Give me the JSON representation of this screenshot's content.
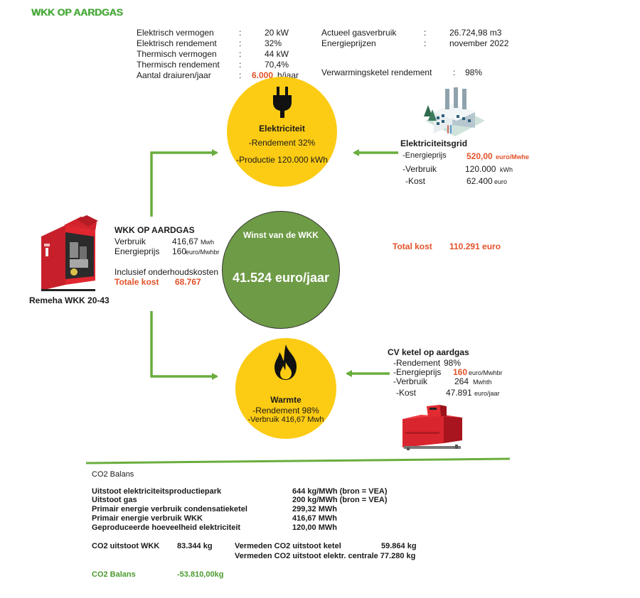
{
  "title": "WKK OP AARDGAS",
  "specs": {
    "left": [
      {
        "label": "Elektrisch vermogen",
        "sep": ":",
        "value": "20 kW"
      },
      {
        "label": "Elektrisch rendement",
        "sep": ":",
        "value": "32%"
      },
      {
        "label": "Thermisch vermogen",
        "sep": ":",
        "value": "44 kW"
      },
      {
        "label": "Thermisch rendement",
        "sep": ":",
        "value": "70,4%"
      }
    ],
    "hours": {
      "label": "Aantal draiuren/jaar",
      "sep": ":",
      "value": "6.000",
      "unit": "h/jaar"
    },
    "right": [
      {
        "label": "Actueel gasverbruik",
        "sep": ":",
        "value": "26.724,98 m3"
      },
      {
        "label": "Energieprijzen",
        "sep": ":",
        "value": "november 2022"
      }
    ],
    "boiler": {
      "label": "Verwarmingsketel rendement",
      "sep": ":",
      "value": "98%"
    }
  },
  "electricity": {
    "title": "Elektriciteit",
    "rendement": "-Rendement  32%",
    "productie": "-Productie  120.000 kWh",
    "icon": "plug-icon"
  },
  "grid": {
    "title": "Elektriciteitsgrid",
    "rows": [
      {
        "label": "-Energieprijs",
        "value": "520,00",
        "unit": "euro/Mwhe"
      },
      {
        "label": "-Verbruik",
        "value": "120.000",
        "unit": "kWh"
      },
      {
        "label": "-Kost",
        "value": "62.400",
        "unit": "euro"
      }
    ],
    "icon": "factory-icon"
  },
  "wkk": {
    "title": "WKK OP AARDGAS",
    "rows": [
      {
        "label": "Verbruik",
        "value": "416,67",
        "unit": "Mwh"
      },
      {
        "label": "Energieprijs",
        "value": "160",
        "unit": "euro/Mwhbr"
      }
    ],
    "inclusief": "Inclusief onderhoudskosten",
    "totale_label": "Totale kost",
    "totale_value": "68.767",
    "device_name": "Remeha WKK 20-43"
  },
  "winst": {
    "title": "Winst van de WKK",
    "value": "41.524 euro/jaar"
  },
  "total_kost": {
    "label": "Total kost",
    "value": "110.291 euro"
  },
  "warmte": {
    "title": "Warmte",
    "rendement": "-Rendement  98%",
    "verbruik": "-Verbruik 416,67 Mwh",
    "icon": "flame-icon"
  },
  "cv": {
    "title": "CV ketel op aardgas",
    "rows": [
      {
        "label": "-Rendement",
        "value": "98%",
        "unit": ""
      },
      {
        "label": "-Energieprijs",
        "value": "160",
        "unit": "euro/Mwhbr"
      },
      {
        "label": "-Verbruik",
        "value": "264",
        "unit": "Mwhth"
      },
      {
        "label": "-Kost",
        "value": "47.891",
        "unit": "euro/jaar"
      }
    ]
  },
  "co2": {
    "title": "CO2 Balans",
    "rows": [
      {
        "label": "Uitstoot elektriciteitsproductiepark",
        "value": "644 kg/MWh (bron = VEA)"
      },
      {
        "label": "Uitstoot gas",
        "value": "200 kg/MWh (bron = VEA)"
      },
      {
        "label": "Primair energie verbruik condensatieketel",
        "value": "299,32 MWh"
      },
      {
        "label": "Primair energie verbruik WKK",
        "value": "416,67 MWh"
      },
      {
        "label": "Geproduceerde hoeveelheid elektriciteit",
        "value": "120,00 MWh"
      }
    ],
    "wkk_label": "CO2 uitstoot WKK",
    "wkk_value": "83.344 kg",
    "vermeden_ketel_label": "Vermeden CO2 uitstoot ketel",
    "vermeden_ketel_value": "59.864 kg",
    "vermeden_centrale": "Vermeden CO2 uitstoot elektr. centrale 77.280 kg",
    "balans_label": "CO2 Balans",
    "balans_value": "-53.810,00kg"
  },
  "colors": {
    "accent_green": "#48a93a",
    "arrow_green": "#6aad3e",
    "orange": "#e2522a",
    "yellow": "#fccb14",
    "circle_green": "#6e9b46"
  }
}
